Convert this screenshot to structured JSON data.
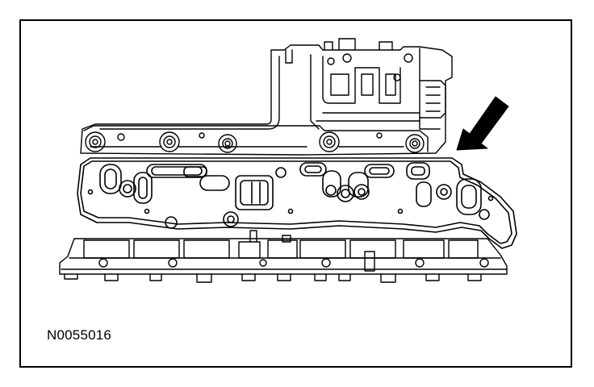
{
  "figure": {
    "id_label": "N0055016",
    "subject": "valve-body-separator-plate-gasket",
    "callout": "arrow-pointing-to-gasket"
  }
}
